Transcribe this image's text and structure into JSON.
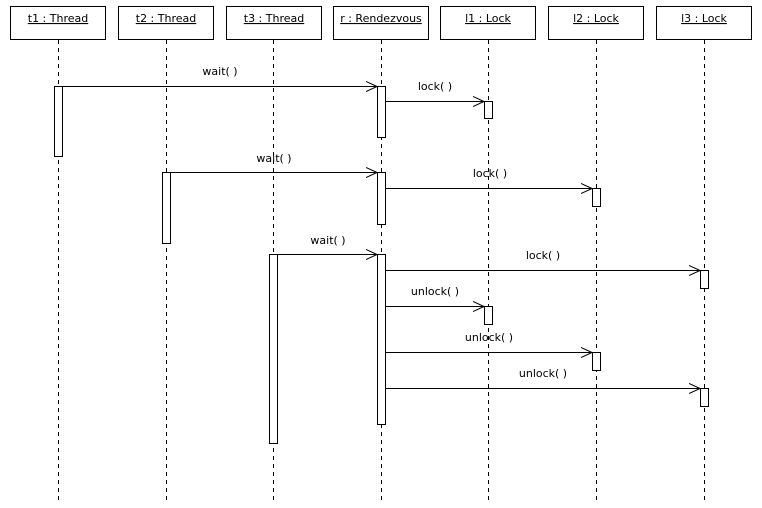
{
  "lifelines": [
    {
      "id": "t1",
      "label": "t1 : Thread"
    },
    {
      "id": "t2",
      "label": "t2 : Thread"
    },
    {
      "id": "t3",
      "label": "t3 : Thread"
    },
    {
      "id": "r",
      "label": "r : Rendezvous"
    },
    {
      "id": "l1",
      "label": "l1 : Lock"
    },
    {
      "id": "l2",
      "label": "l2 : Lock"
    },
    {
      "id": "l3",
      "label": "l3 : Lock"
    }
  ],
  "messages": [
    {
      "from": "t1",
      "to": "r",
      "label": "wait( )"
    },
    {
      "from": "r",
      "to": "l1",
      "label": "lock( )"
    },
    {
      "from": "t2",
      "to": "r",
      "label": "wait( )"
    },
    {
      "from": "r",
      "to": "l2",
      "label": "lock( )"
    },
    {
      "from": "t3",
      "to": "r",
      "label": "wait( )"
    },
    {
      "from": "r",
      "to": "l3",
      "label": "lock( )"
    },
    {
      "from": "r",
      "to": "l1",
      "label": "unlock( )"
    },
    {
      "from": "r",
      "to": "l2",
      "label": "unlock( )"
    },
    {
      "from": "r",
      "to": "l3",
      "label": "unlock( )"
    }
  ]
}
